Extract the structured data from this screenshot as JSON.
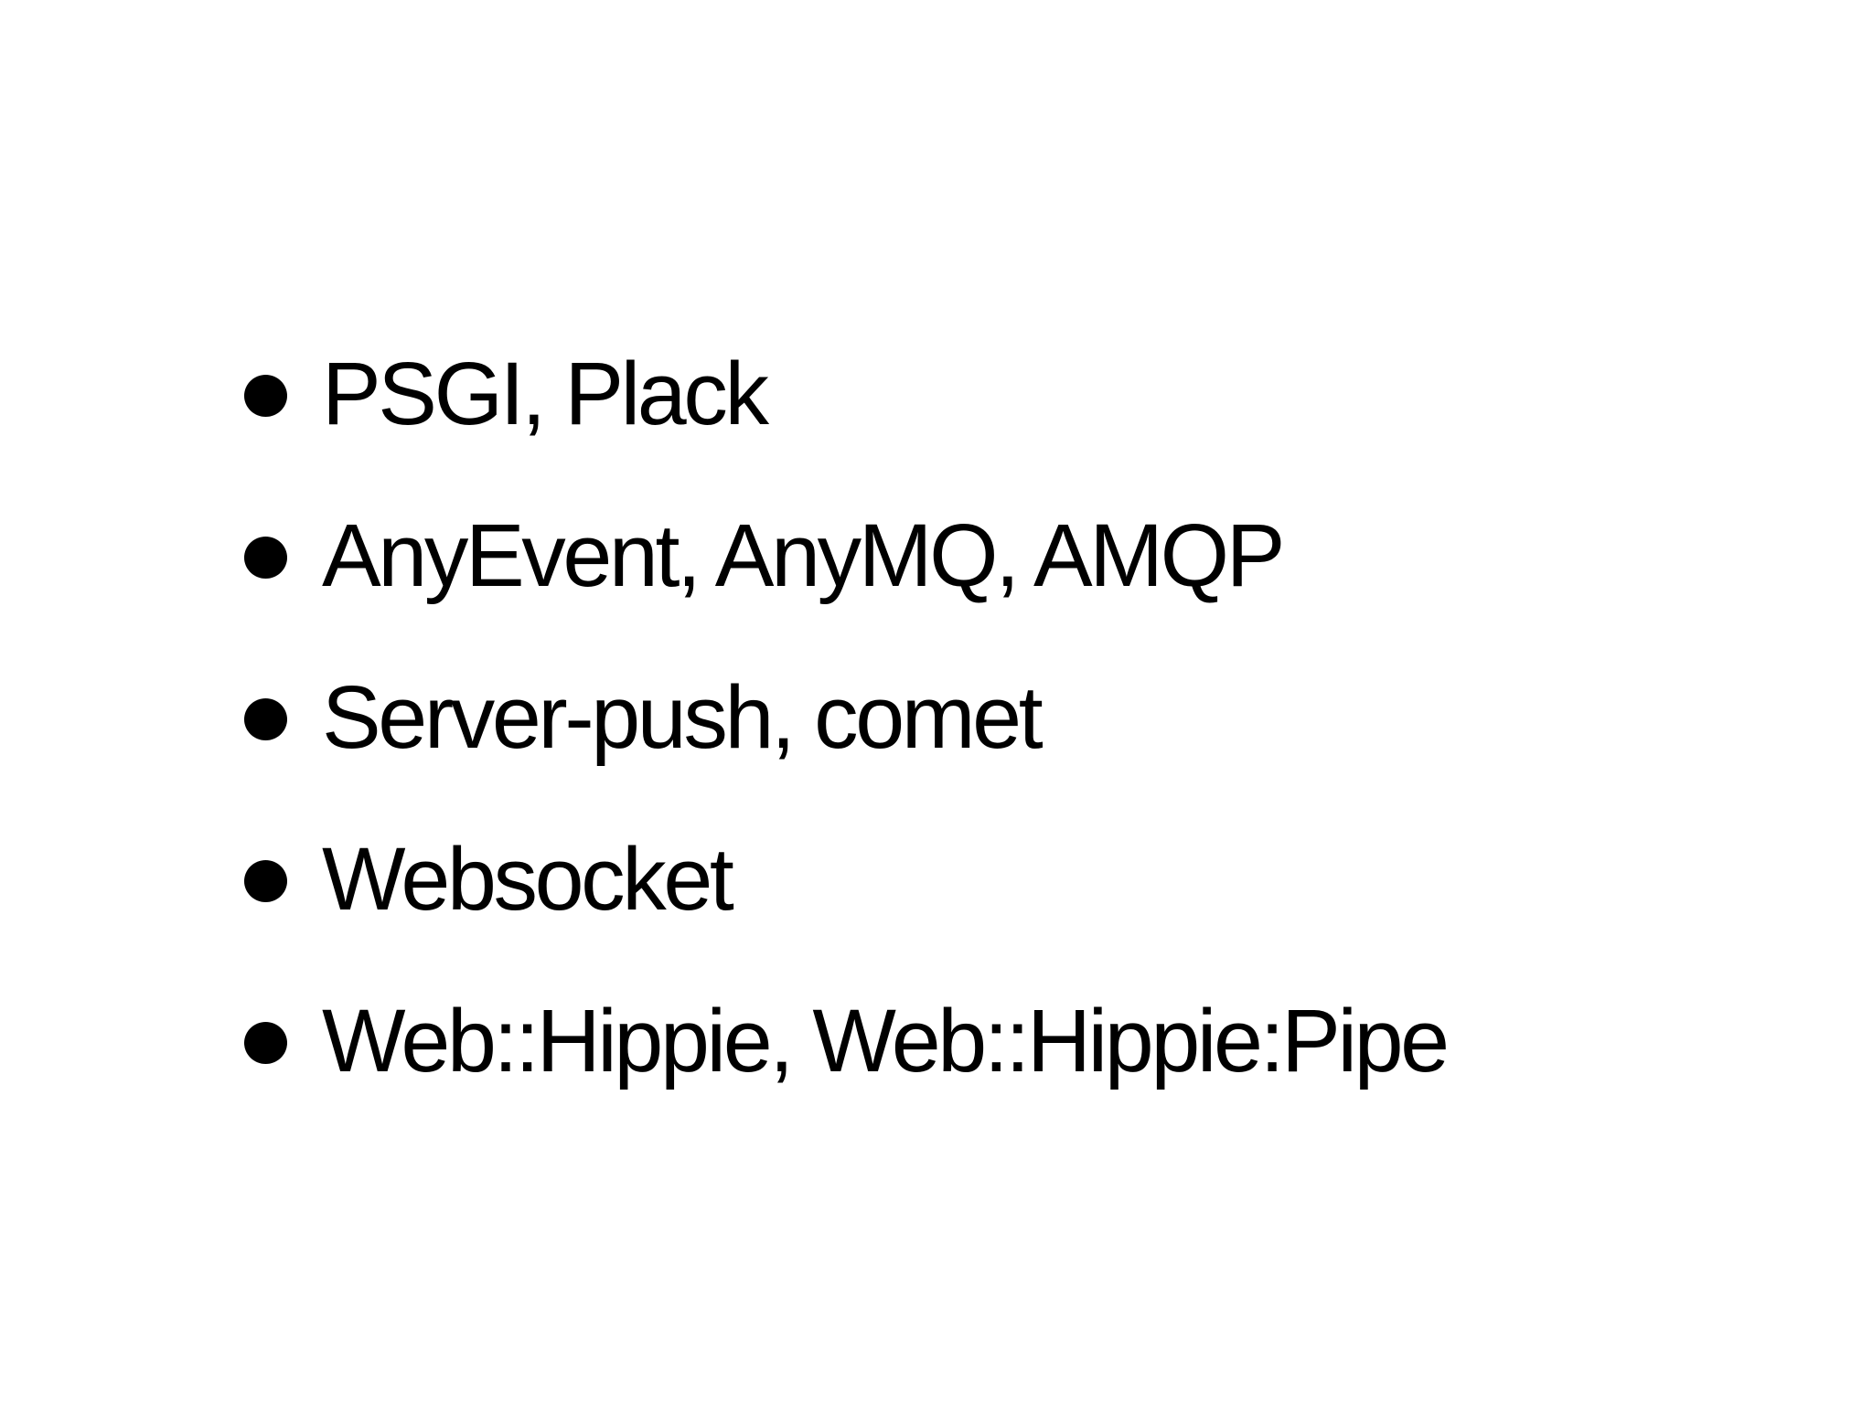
{
  "slide": {
    "background_color": "#ffffff",
    "text_color": "#000000",
    "bullet_color": "#000000",
    "bullets": [
      {
        "label": "PSGI, Plack"
      },
      {
        "label": "AnyEvent, AnyMQ, AMQP"
      },
      {
        "label": "Server-push, comet"
      },
      {
        "label": "Websocket"
      },
      {
        "label": "Web::Hippie, Web::Hippie:Pipe"
      }
    ]
  }
}
